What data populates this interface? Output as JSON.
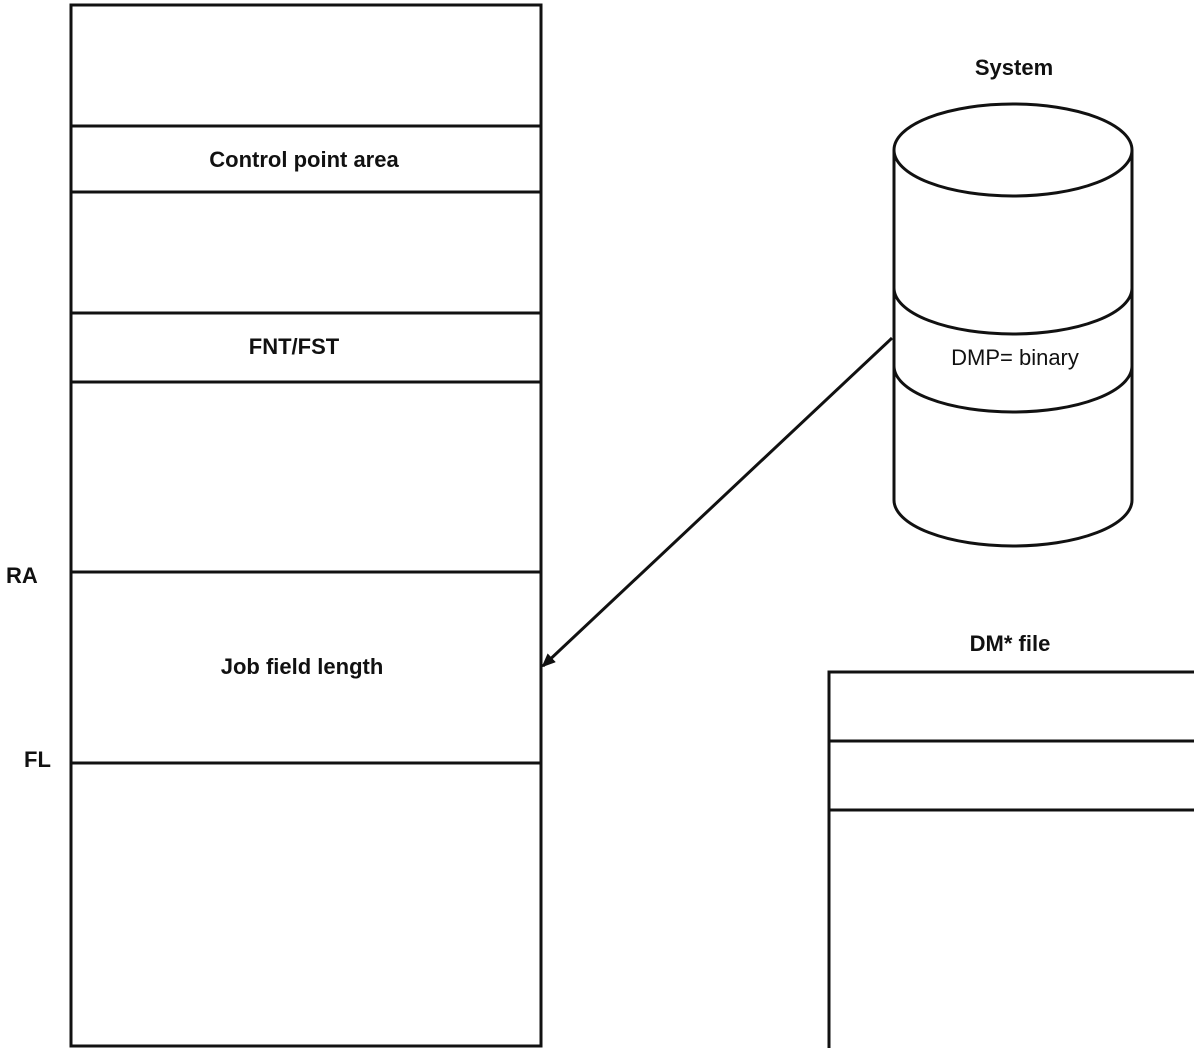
{
  "memory": {
    "segments": {
      "control_point_area": "Control point area",
      "fnt_fst": "FNT/FST",
      "job_field_length": "Job field length"
    },
    "markers": {
      "ra": "RA",
      "fl": "FL"
    }
  },
  "system_disk": {
    "title": "System",
    "band_label": "DMP= binary"
  },
  "dump_file": {
    "title": "DM* file"
  },
  "colors": {
    "line": "#111111",
    "background": "#ffffff"
  }
}
